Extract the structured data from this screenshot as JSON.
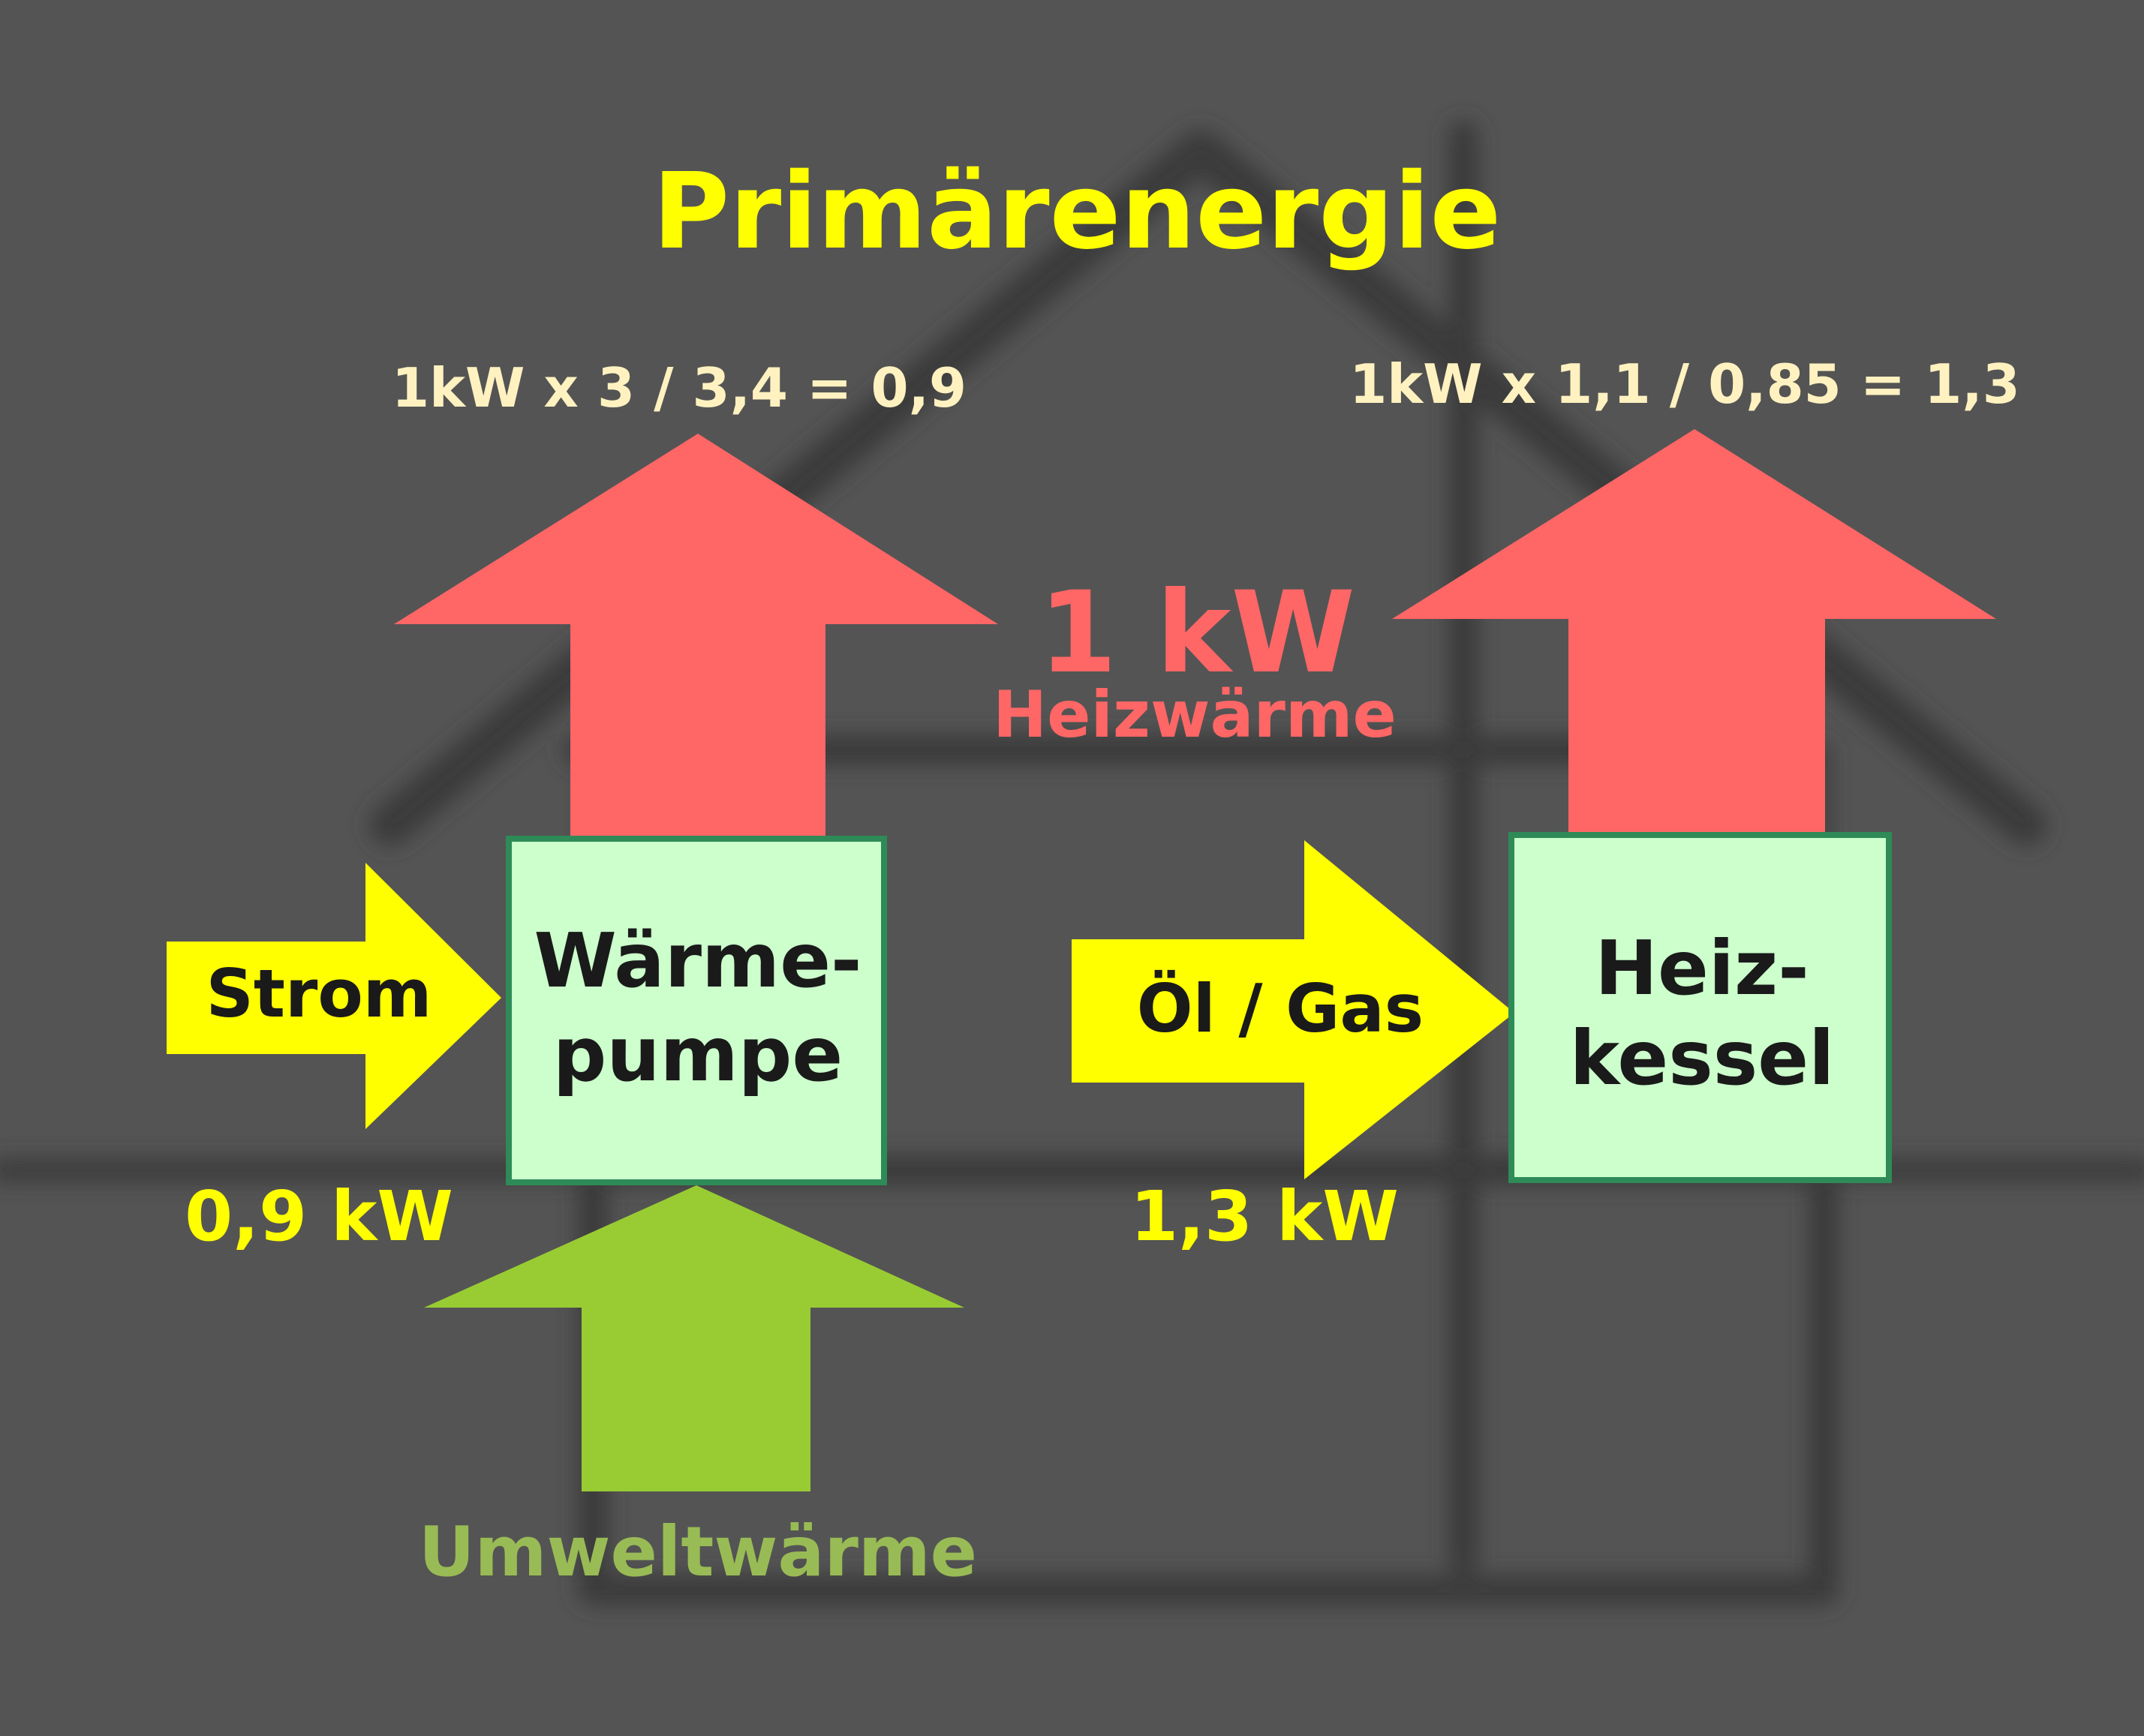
{
  "title": "Primärenergie",
  "center": {
    "value": "1 kW",
    "label": "Heizwärme"
  },
  "heat_pump": {
    "formula": "1kW x 3 / 3,4 = 0,9",
    "box_line1": "Wärme-",
    "box_line2": "pumpe",
    "input_label": "Strom",
    "input_value": "0,9 kW",
    "ambient_label": "Umweltwärme"
  },
  "boiler": {
    "formula": "1kW x 1,1 / 0,85 = 1,3",
    "box_line1": "Heiz-",
    "box_line2": "kessel",
    "input_label": "Öl / Gas",
    "input_value": "1,3 kW"
  },
  "colors": {
    "background": "#545454",
    "house": "#3b3b3b",
    "title": "#ffff00",
    "formula": "#fff2c0",
    "primary_arrow": "#ff6666",
    "input_arrow": "#ffff00",
    "ambient_arrow": "#99cc33",
    "ambient_text": "#99bb55",
    "box_fill": "#ccffcc",
    "box_border": "#2e8b57",
    "dark_text": "#1a1a1a"
  }
}
